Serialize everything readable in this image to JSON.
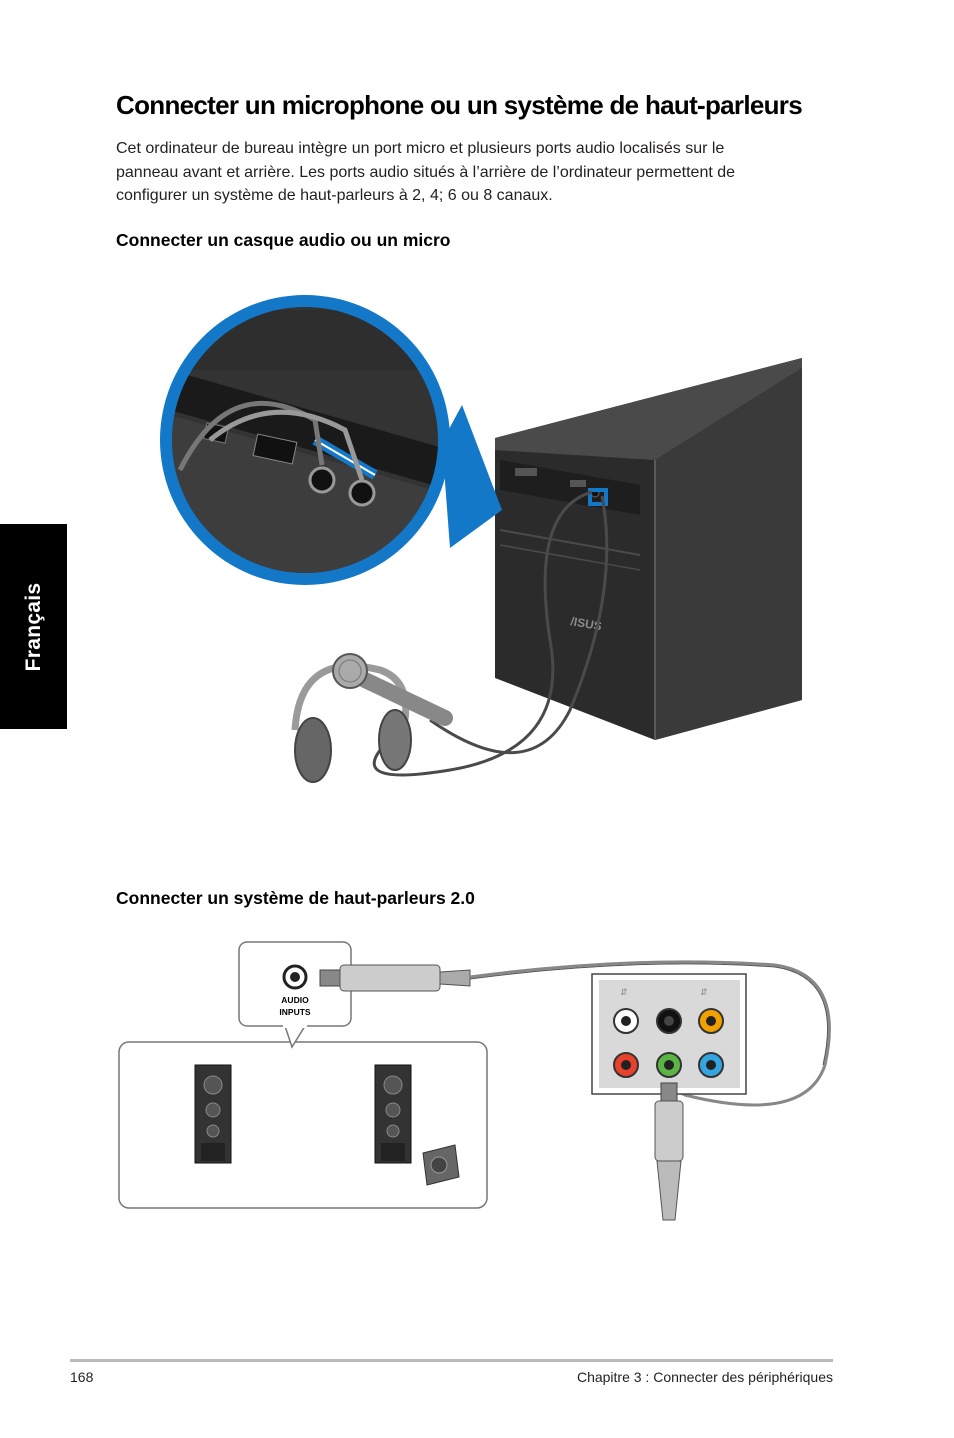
{
  "page": {
    "title": "Connecter un microphone ou un système de haut-parleurs",
    "intro_lines": [
      "Cet ordinateur de bureau intègre un port micro et plusieurs ports audio localisés sur le",
      "panneau avant et arrière. Les ports audio situés à l’arrière de l’ordinateur permettent de",
      "configurer un système de haut-parleurs à 2, 4; 6 ou 8 canaux."
    ]
  },
  "sections": {
    "headset": {
      "heading": "Connecter un casque audio ou un micro"
    },
    "speakers": {
      "heading": "Connecter un système de haut-parleurs 2.0",
      "callout_label_line1": "AUDIO",
      "callout_label_line2": "INPUTS"
    }
  },
  "side_tab": {
    "label": "Français"
  },
  "footer": {
    "page_number": "168",
    "chapter": "Chapitre 3 : Connecter des périphériques"
  },
  "illustration": {
    "brand_mark": "/ISUS",
    "accent_color": "#1478c8",
    "jack_colors": {
      "top_row": [
        "#ffffff",
        "#111111",
        "#f0a000"
      ],
      "bottom_row": [
        "#e8412c",
        "#5bb545",
        "#35a5e0"
      ]
    }
  }
}
